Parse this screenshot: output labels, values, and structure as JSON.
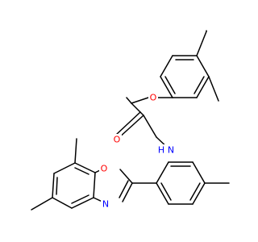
{
  "molecule": {
    "atoms": {
      "oxygen_ether": {
        "label": "O",
        "color": "#ff0000"
      },
      "oxygen_carbonyl": {
        "label": "O",
        "color": "#ff0000"
      },
      "amide_n": {
        "label": "N",
        "color": "#0000ff"
      },
      "amide_h": {
        "label": "H",
        "color": "#0000ff"
      },
      "oxazole_o": {
        "label": "O",
        "color": "#ff0000"
      },
      "oxazole_n": {
        "label": "N",
        "color": "#0000ff"
      }
    },
    "bond_color": "#000000"
  }
}
